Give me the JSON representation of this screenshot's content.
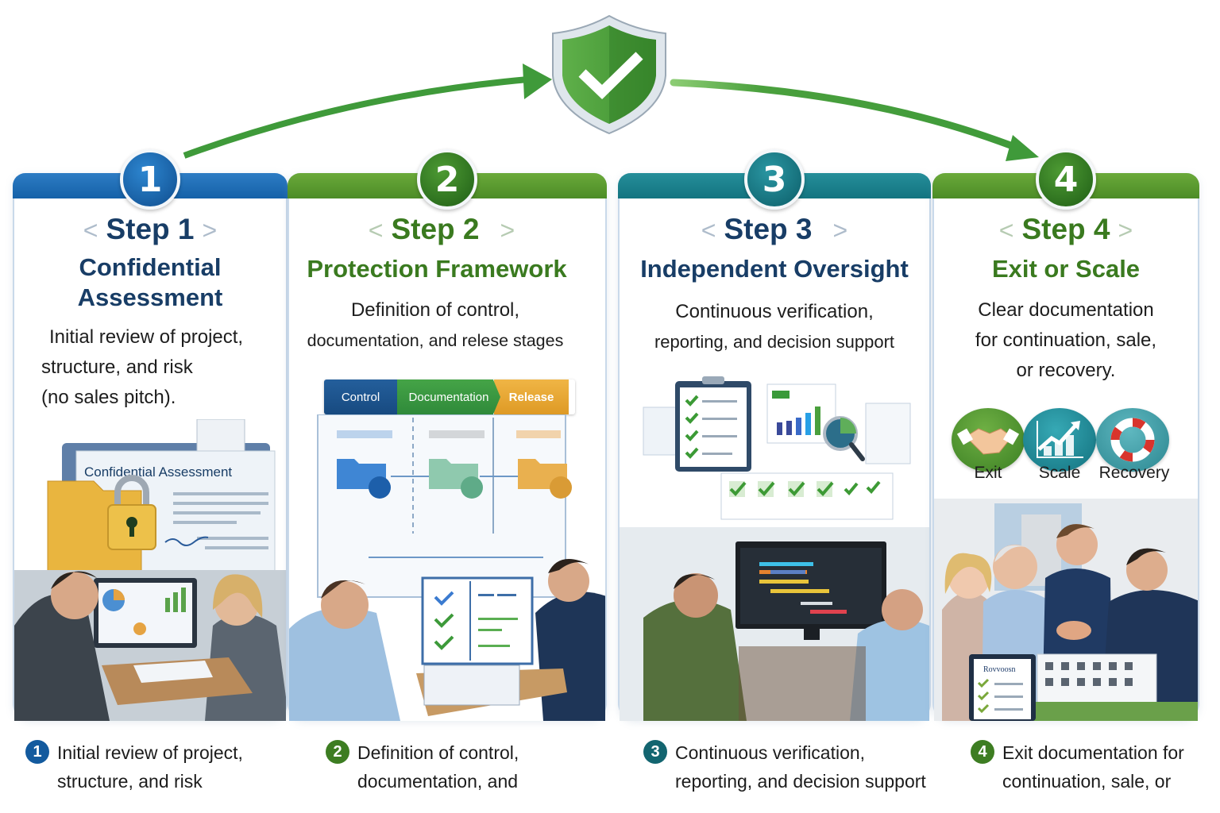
{
  "center_icon": "shield-check-icon",
  "colors": {
    "blue": "#1561a8",
    "green": "#4c8c26",
    "teal": "#137480",
    "arrow_green": "#3f9a3a",
    "title_navy": "#183d66",
    "title_green": "#3a7a1f"
  },
  "steps": [
    {
      "badge": "1",
      "step_label": "Step 1",
      "prev_icon": "<",
      "next_icon": ">",
      "title": "Confidential Assessment",
      "description_lines": [
        "Initial review of project,",
        "structure, and risk",
        "(no sales pitch)."
      ],
      "illustration": {
        "document_title": "Confidential Assessment",
        "icons": [
          "folder-icon",
          "padlock-icon",
          "document-icon"
        ],
        "scene": "two advisors reviewing charts at a desk"
      }
    },
    {
      "badge": "2",
      "step_label": "Step 2",
      "prev_icon": "<",
      "next_icon": ">",
      "title": "Protection Framework",
      "description_lines": [
        "Definition of control,",
        "documentation, and relese stages"
      ],
      "illustration": {
        "phases": [
          "Control",
          "Documentation",
          "Release"
        ],
        "phase_colors": [
          "#1c5a96",
          "#3c9a3f",
          "#e8a733"
        ],
        "scene": "presenter pointing at checklist board"
      }
    },
    {
      "badge": "3",
      "step_label": "Step 3",
      "prev_icon": "<",
      "next_icon": ">",
      "title": "Independent Oversight",
      "description_lines": [
        "Continuous verification,",
        "reporting, and decision support"
      ],
      "illustration": {
        "icons": [
          "clipboard-checklist-icon",
          "bar-chart-icon",
          "magnifier-icon",
          "checkmark-icon"
        ],
        "checkmark_count": 6,
        "scene": "analysts monitoring gantt dashboard"
      }
    },
    {
      "badge": "4",
      "step_label": "Step 4",
      "prev_icon": "<",
      "next_icon": ">",
      "title": "Exit or Scale",
      "description_lines": [
        "Clear documentation",
        "for continuation, sale,",
        "or recovery."
      ],
      "options": [
        {
          "label": "Exit",
          "icon": "handshake-icon"
        },
        {
          "label": "Scale",
          "icon": "growth-chart-icon"
        },
        {
          "label": "Recovery",
          "icon": "lifebuoy-icon"
        }
      ],
      "illustration": {
        "clipboard_title": "Rovvoosn",
        "scene": "handshake over building model"
      }
    }
  ],
  "notes": [
    {
      "num": "1",
      "lines": [
        "Initial review of project,",
        "structure, and risk"
      ]
    },
    {
      "num": "2",
      "lines": [
        "Definition of control,",
        "documentation, and"
      ]
    },
    {
      "num": "3",
      "lines": [
        "Continuous verification,",
        "reporting, and decision support"
      ]
    },
    {
      "num": "4",
      "lines": [
        "Exit documentation for",
        "continuation, sale, or"
      ]
    }
  ]
}
